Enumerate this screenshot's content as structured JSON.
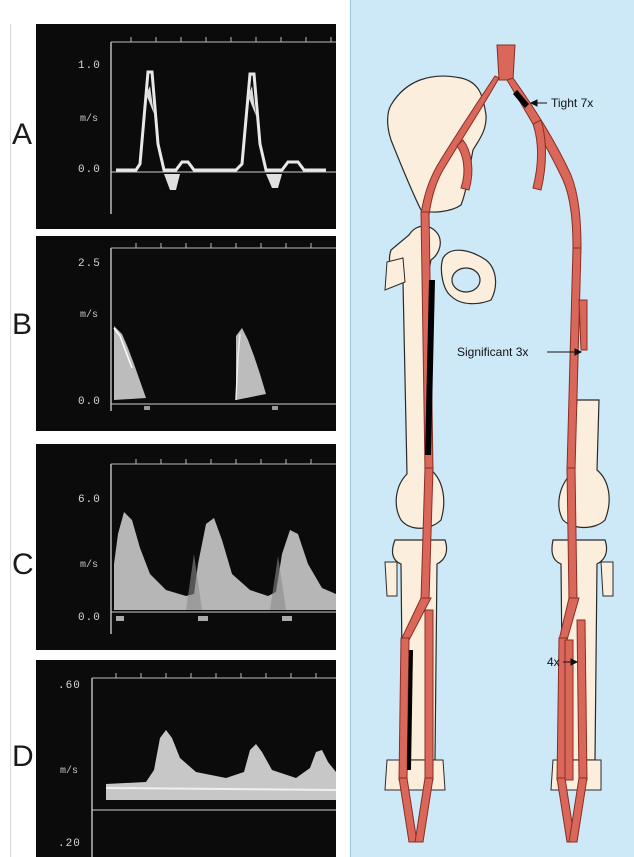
{
  "panels": [
    {
      "id": "A",
      "label": "A",
      "ticks": [
        "1.0",
        "m/s",
        "0.0"
      ]
    },
    {
      "id": "B",
      "label": "B",
      "ticks": [
        "2.5",
        "m/s",
        "0.0"
      ]
    },
    {
      "id": "C",
      "label": "C",
      "ticks": [
        "6.0",
        "m/s",
        "0.0"
      ]
    },
    {
      "id": "D",
      "label": "D",
      "ticks": [
        ".60",
        "m/s",
        ".20"
      ]
    }
  ],
  "annotations": {
    "tight": "Tight 7x",
    "significant": "Significant 3x",
    "fourx": "4x"
  },
  "colors": {
    "artery": "#d9675a",
    "artery_stroke": "#8a2e24",
    "bone": "#fbeedd",
    "bone_stroke": "#2a2a2a",
    "background": "#cde9f8",
    "occlusion": "#000000"
  }
}
